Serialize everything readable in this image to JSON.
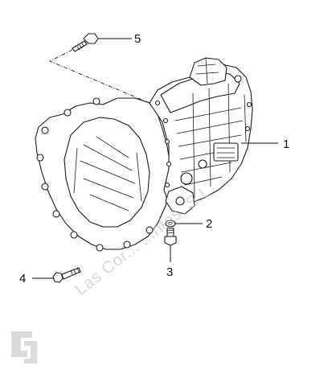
{
  "diagram": {
    "callouts": [
      {
        "id": "callout-1",
        "label": "1"
      },
      {
        "id": "callout-2",
        "label": "2"
      },
      {
        "id": "callout-3",
        "label": "3"
      },
      {
        "id": "callout-4",
        "label": "4"
      },
      {
        "id": "callout-5",
        "label": "5"
      }
    ],
    "parts": [
      {
        "name": "gearbox-assembly",
        "callout": "1"
      },
      {
        "name": "washer",
        "callout": "2"
      },
      {
        "name": "short-bolt",
        "callout": "3"
      },
      {
        "name": "long-bolt",
        "callout": "4"
      },
      {
        "name": "top-bolt",
        "callout": "5"
      }
    ],
    "watermark": {
      "text": "Las Cor... ...ntes, S.L.",
      "logo_icon": "company-logo-icon"
    },
    "colors": {
      "line": "#1a1a1a",
      "background": "#ffffff",
      "watermark": "#b9b9b9"
    }
  }
}
